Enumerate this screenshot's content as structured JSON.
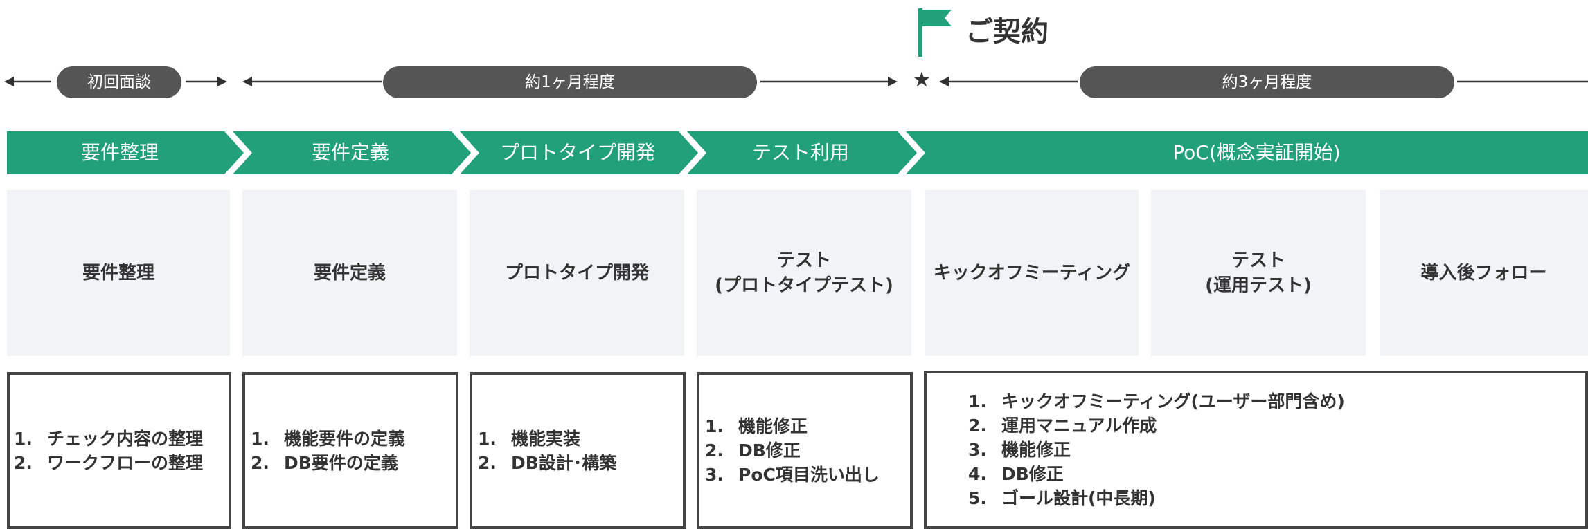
{
  "contract": {
    "title": "ご契約"
  },
  "timeline": {
    "pills": [
      "初回面談",
      "約1ヶ月程度",
      "約3ヶ月程度"
    ],
    "star": "★"
  },
  "phases": [
    "要件整理",
    "要件定義",
    "プロトタイプ開発",
    "テスト利用",
    "PoC(概念実証開始)"
  ],
  "cards": [
    [
      "要件整理"
    ],
    [
      "要件定義"
    ],
    [
      "プロトタイプ開発"
    ],
    [
      "テスト",
      "(プロトタイプテスト)"
    ],
    [
      "キックオフミーティング"
    ],
    [
      "テスト",
      "(運用テスト)"
    ],
    [
      "導入後フォロー"
    ]
  ],
  "details": [
    {
      "items": [
        {
          "num": "1.",
          "text": "チェック内容の整理"
        },
        {
          "num": "2.",
          "text": "ワークフローの整理"
        }
      ]
    },
    {
      "items": [
        {
          "num": "1.",
          "text": "機能要件の定義"
        },
        {
          "num": "2.",
          "text": "DB要件の定義"
        }
      ]
    },
    {
      "items": [
        {
          "num": "1.",
          "text": "機能実装"
        },
        {
          "num": "2.",
          "text": "DB設計･構築"
        }
      ]
    },
    {
      "items": [
        {
          "num": "1.",
          "text": "機能修正"
        },
        {
          "num": "2.",
          "text": "DB修正"
        },
        {
          "num": "3.",
          "text": "PoC項目洗い出し"
        }
      ]
    },
    {
      "items": [
        {
          "num": "1.",
          "text": "キックオフミーティング(ユーザー部門含め)"
        },
        {
          "num": "2.",
          "text": "運用マニュアル作成"
        },
        {
          "num": "3.",
          "text": "機能修正"
        },
        {
          "num": "4.",
          "text": "DB修正"
        },
        {
          "num": "5.",
          "text": "ゴール設計(中長期)"
        }
      ]
    }
  ],
  "colors": {
    "phase_green": "#22a079",
    "pill": "#555555",
    "card_bg": "#f2f3f7",
    "box_border": "#444444",
    "text": "#333333"
  }
}
